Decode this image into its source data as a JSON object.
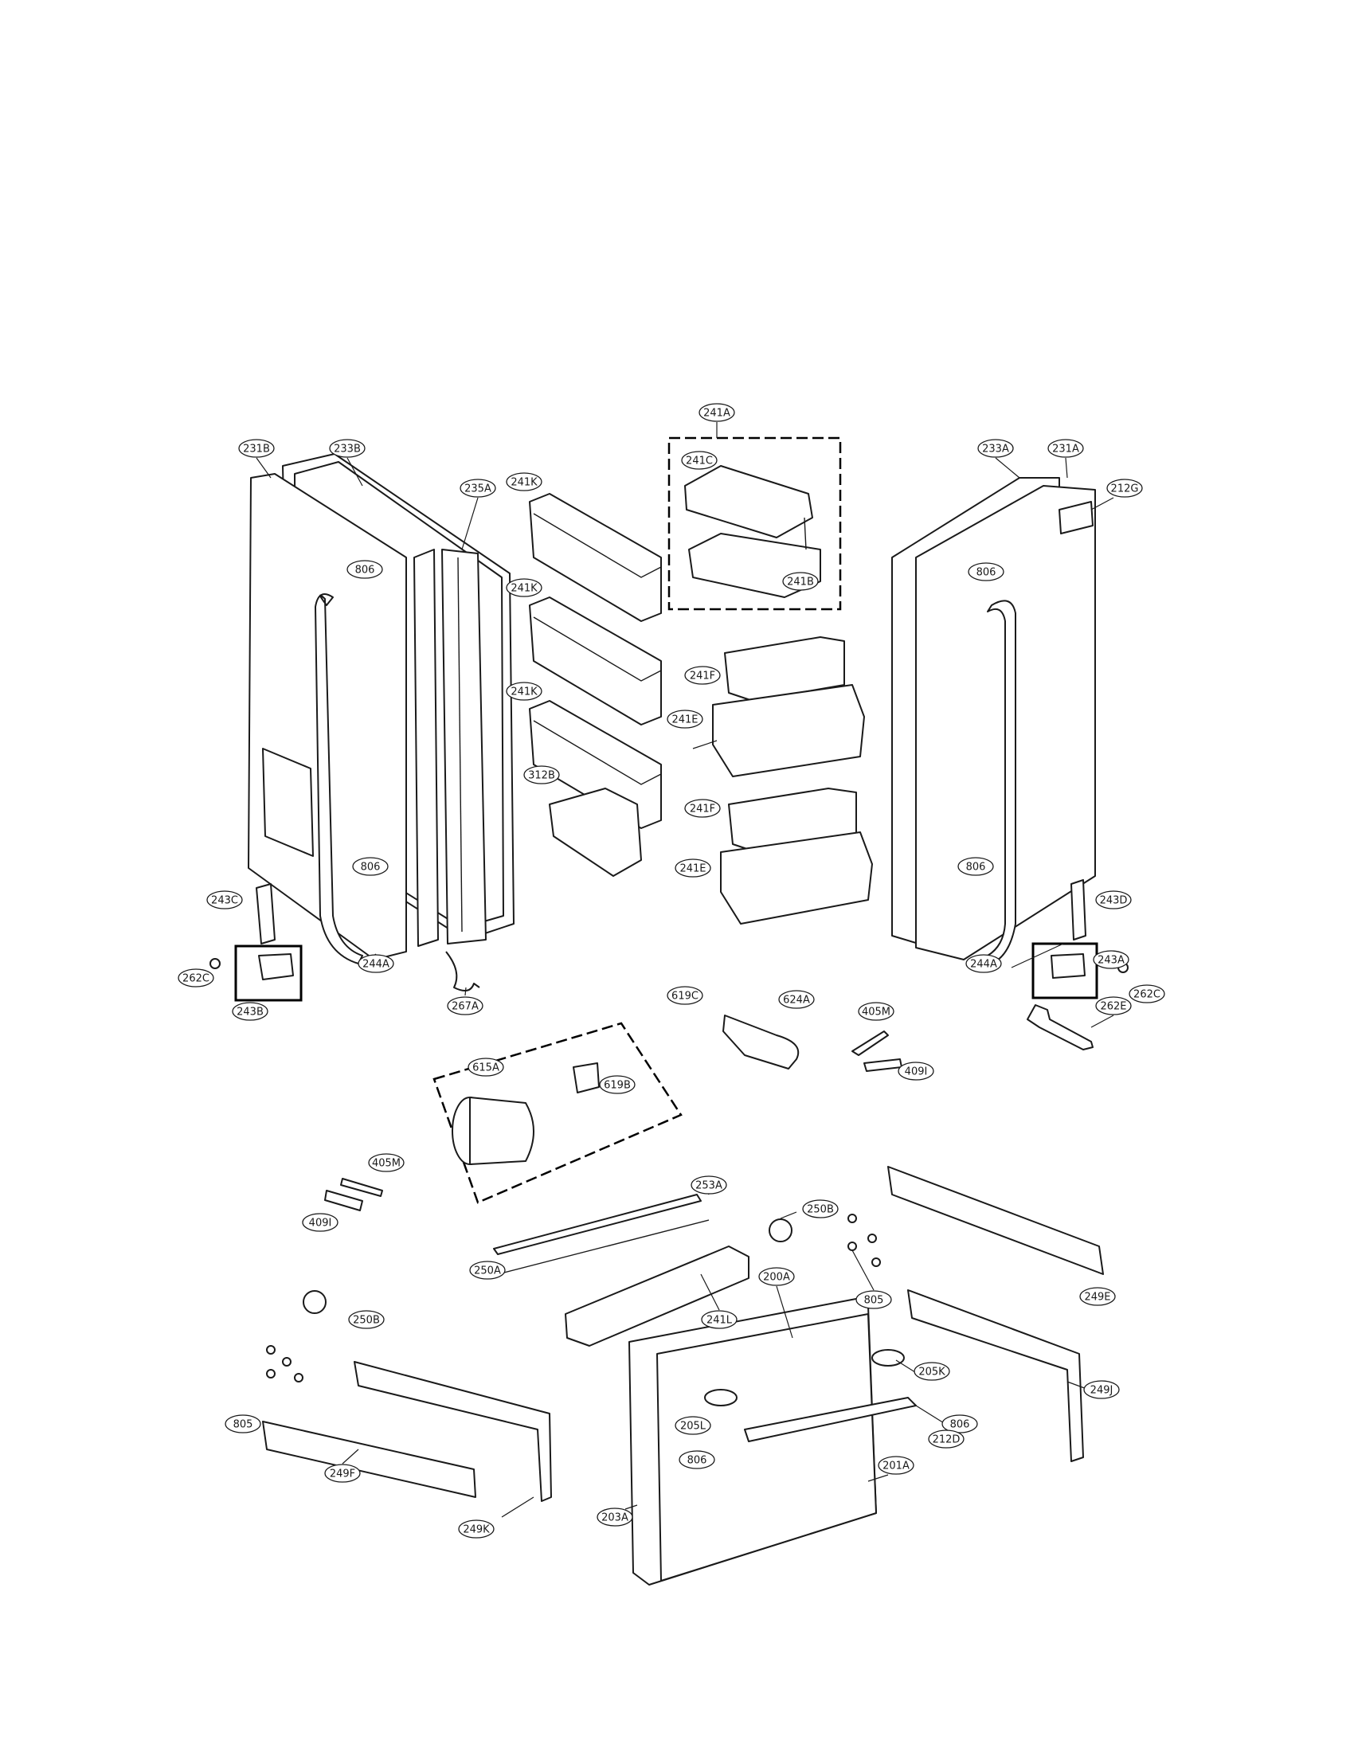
{
  "title": "",
  "callouts": [
    {
      "id": "241A",
      "label": "241A"
    },
    {
      "id": "241C",
      "label": "241C"
    },
    {
      "id": "241B",
      "label": "241B"
    },
    {
      "id": "231B",
      "label": "231B"
    },
    {
      "id": "233B",
      "label": "233B"
    },
    {
      "id": "235A",
      "label": "235A"
    },
    {
      "id": "241K-1",
      "label": "241K"
    },
    {
      "id": "241K-2",
      "label": "241K"
    },
    {
      "id": "241K-3",
      "label": "241K"
    },
    {
      "id": "233A",
      "label": "233A"
    },
    {
      "id": "231A",
      "label": "231A"
    },
    {
      "id": "212G",
      "label": "212G"
    },
    {
      "id": "806-L1",
      "label": "806"
    },
    {
      "id": "806-L2",
      "label": "806"
    },
    {
      "id": "806-R1",
      "label": "806"
    },
    {
      "id": "806-R2",
      "label": "806"
    },
    {
      "id": "241F-1",
      "label": "241F"
    },
    {
      "id": "241E-1",
      "label": "241E"
    },
    {
      "id": "241F-2",
      "label": "241F"
    },
    {
      "id": "241E-2",
      "label": "241E"
    },
    {
      "id": "312B",
      "label": "312B"
    },
    {
      "id": "243C",
      "label": "243C"
    },
    {
      "id": "243D",
      "label": "243D"
    },
    {
      "id": "243A",
      "label": "243A"
    },
    {
      "id": "243B",
      "label": "243B"
    },
    {
      "id": "262C-L",
      "label": "262C"
    },
    {
      "id": "262C-R",
      "label": "262C"
    },
    {
      "id": "262E",
      "label": "262E"
    },
    {
      "id": "244A-L",
      "label": "244A"
    },
    {
      "id": "244A-R",
      "label": "244A"
    },
    {
      "id": "267A",
      "label": "267A"
    },
    {
      "id": "619C",
      "label": "619C"
    },
    {
      "id": "624A",
      "label": "624A"
    },
    {
      "id": "405M-1",
      "label": "405M"
    },
    {
      "id": "409I-1",
      "label": "409I"
    },
    {
      "id": "615A",
      "label": "615A"
    },
    {
      "id": "619B",
      "label": "619B"
    },
    {
      "id": "405M-2",
      "label": "405M"
    },
    {
      "id": "409I-2",
      "label": "409I"
    },
    {
      "id": "253A",
      "label": "253A"
    },
    {
      "id": "250A",
      "label": "250A"
    },
    {
      "id": "250B-1",
      "label": "250B"
    },
    {
      "id": "805-1",
      "label": "805"
    },
    {
      "id": "249E",
      "label": "249E"
    },
    {
      "id": "241L",
      "label": "241L"
    },
    {
      "id": "200A",
      "label": "200A"
    },
    {
      "id": "250B-2",
      "label": "250B"
    },
    {
      "id": "805-2",
      "label": "805"
    },
    {
      "id": "205K",
      "label": "205K"
    },
    {
      "id": "806-B1",
      "label": "806"
    },
    {
      "id": "205L",
      "label": "205L"
    },
    {
      "id": "806-B2",
      "label": "806"
    },
    {
      "id": "212D",
      "label": "212D"
    },
    {
      "id": "249J",
      "label": "249J"
    },
    {
      "id": "201A",
      "label": "201A"
    },
    {
      "id": "203A",
      "label": "203A"
    },
    {
      "id": "249F",
      "label": "249F"
    },
    {
      "id": "249K",
      "label": "249K"
    }
  ]
}
